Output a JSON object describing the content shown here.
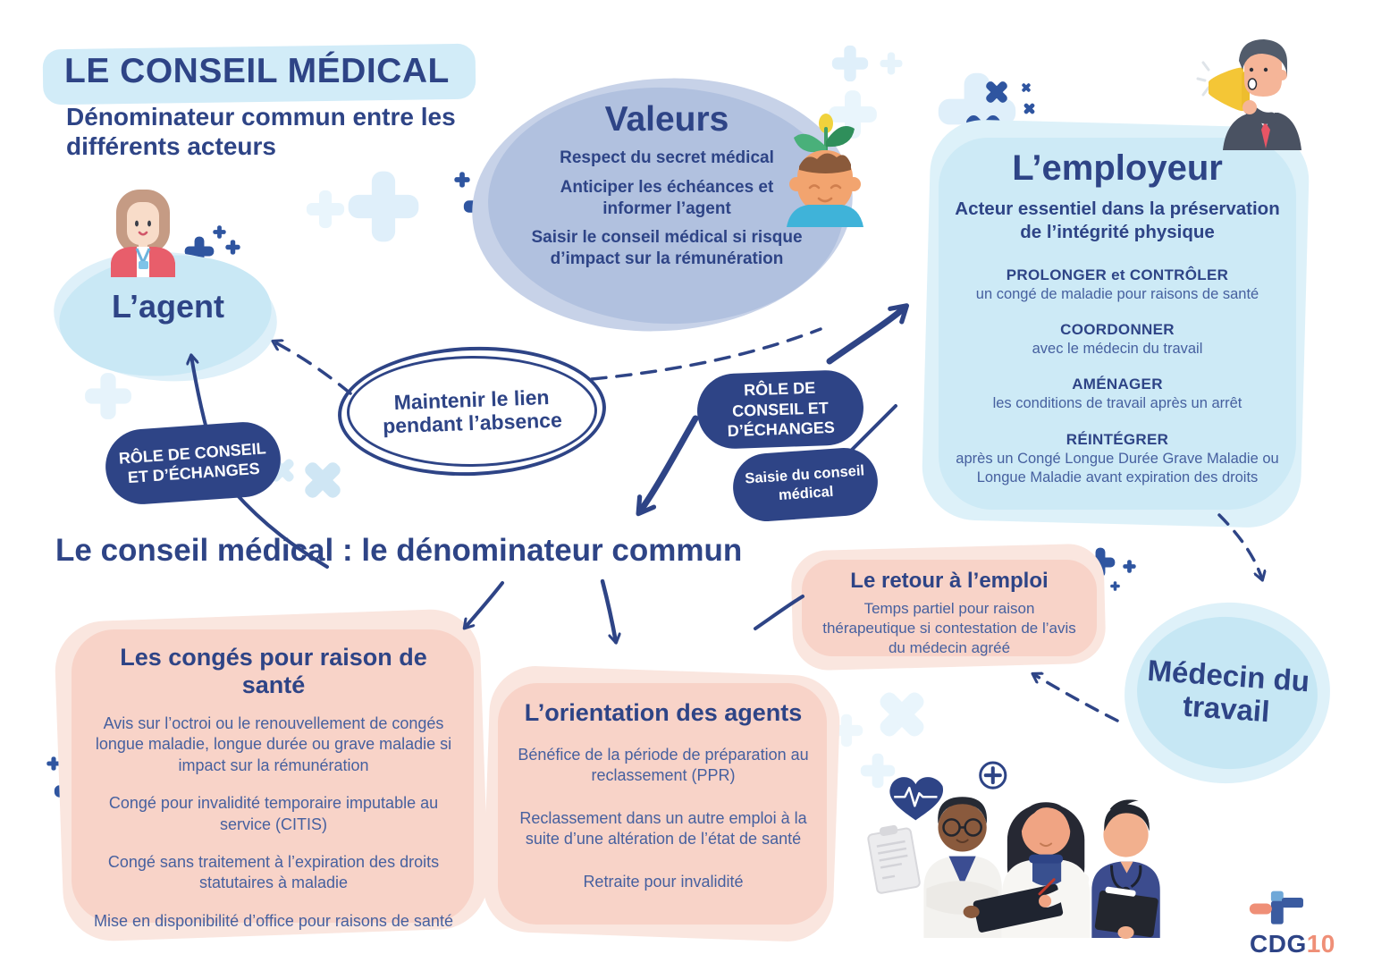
{
  "header": {
    "title": "LE CONSEIL MÉDICAL",
    "subtitle": "Dénominateur commun entre les différents acteurs"
  },
  "agent": {
    "label": "L’agent"
  },
  "valeurs": {
    "title": "Valeurs",
    "items": [
      "Respect du secret médical",
      "Anticiper les échéances et informer l’agent",
      "Saisir le conseil médical si risque d’impact sur la rémunération"
    ]
  },
  "employeur": {
    "title": "L’employeur",
    "subtitle": "Acteur essentiel dans la préservation de l’intégrité physique",
    "actions": [
      {
        "heading": "PROLONGER et CONTRÔLER",
        "text": "un congé de maladie pour raisons de santé"
      },
      {
        "heading": "COORDONNER",
        "text": "avec le médecin du travail"
      },
      {
        "heading": "AMÉNAGER",
        "text": "les conditions de travail après un arrêt"
      },
      {
        "heading": "RÉINTÉGRER",
        "text": "après un Congé Longue Durée Grave Maladie ou Longue Maladie avant expiration des droits"
      }
    ]
  },
  "liaison": {
    "oval": "Maintenir le lien pendant l’absence",
    "role_left": "RÔLE DE CONSEIL ET D’ÉCHANGES",
    "role_right": "RÔLE DE CONSEIL ET D’ÉCHANGES",
    "saisie": "Saisie du conseil médical"
  },
  "heading": "Le conseil médical : le dénominateur commun",
  "conges": {
    "title": "Les congés pour raison de santé",
    "items": [
      "Avis sur l’octroi ou le renouvellement de congés longue maladie, longue durée ou grave maladie si impact sur la rémunération",
      "Congé pour invalidité temporaire imputable au service (CITIS)",
      "Congé sans traitement à l’expiration des droits statutaires à maladie",
      "Mise en disponibilité d’office pour raisons de santé"
    ]
  },
  "orientation": {
    "title": "L’orientation des agents",
    "items": [
      "Bénéfice de la période de préparation au reclassement (PPR)",
      "Reclassement dans un autre emploi à la suite d’une altération de l’état de santé",
      "Retraite pour invalidité"
    ]
  },
  "retour": {
    "title": "Le retour à l’emploi",
    "text": "Temps partiel pour raison thérapeutique si contestation de l’avis du médecin agréé"
  },
  "medecin": {
    "label": "Médecin du travail"
  },
  "logo": {
    "name": "CDG",
    "number": "10"
  },
  "colors": {
    "navy": "#2e4486",
    "periwinkle": "#b1c1df",
    "light_blue": "#cdeaf6",
    "pink": "#f8d3c8",
    "coral": "#ef8f77"
  }
}
